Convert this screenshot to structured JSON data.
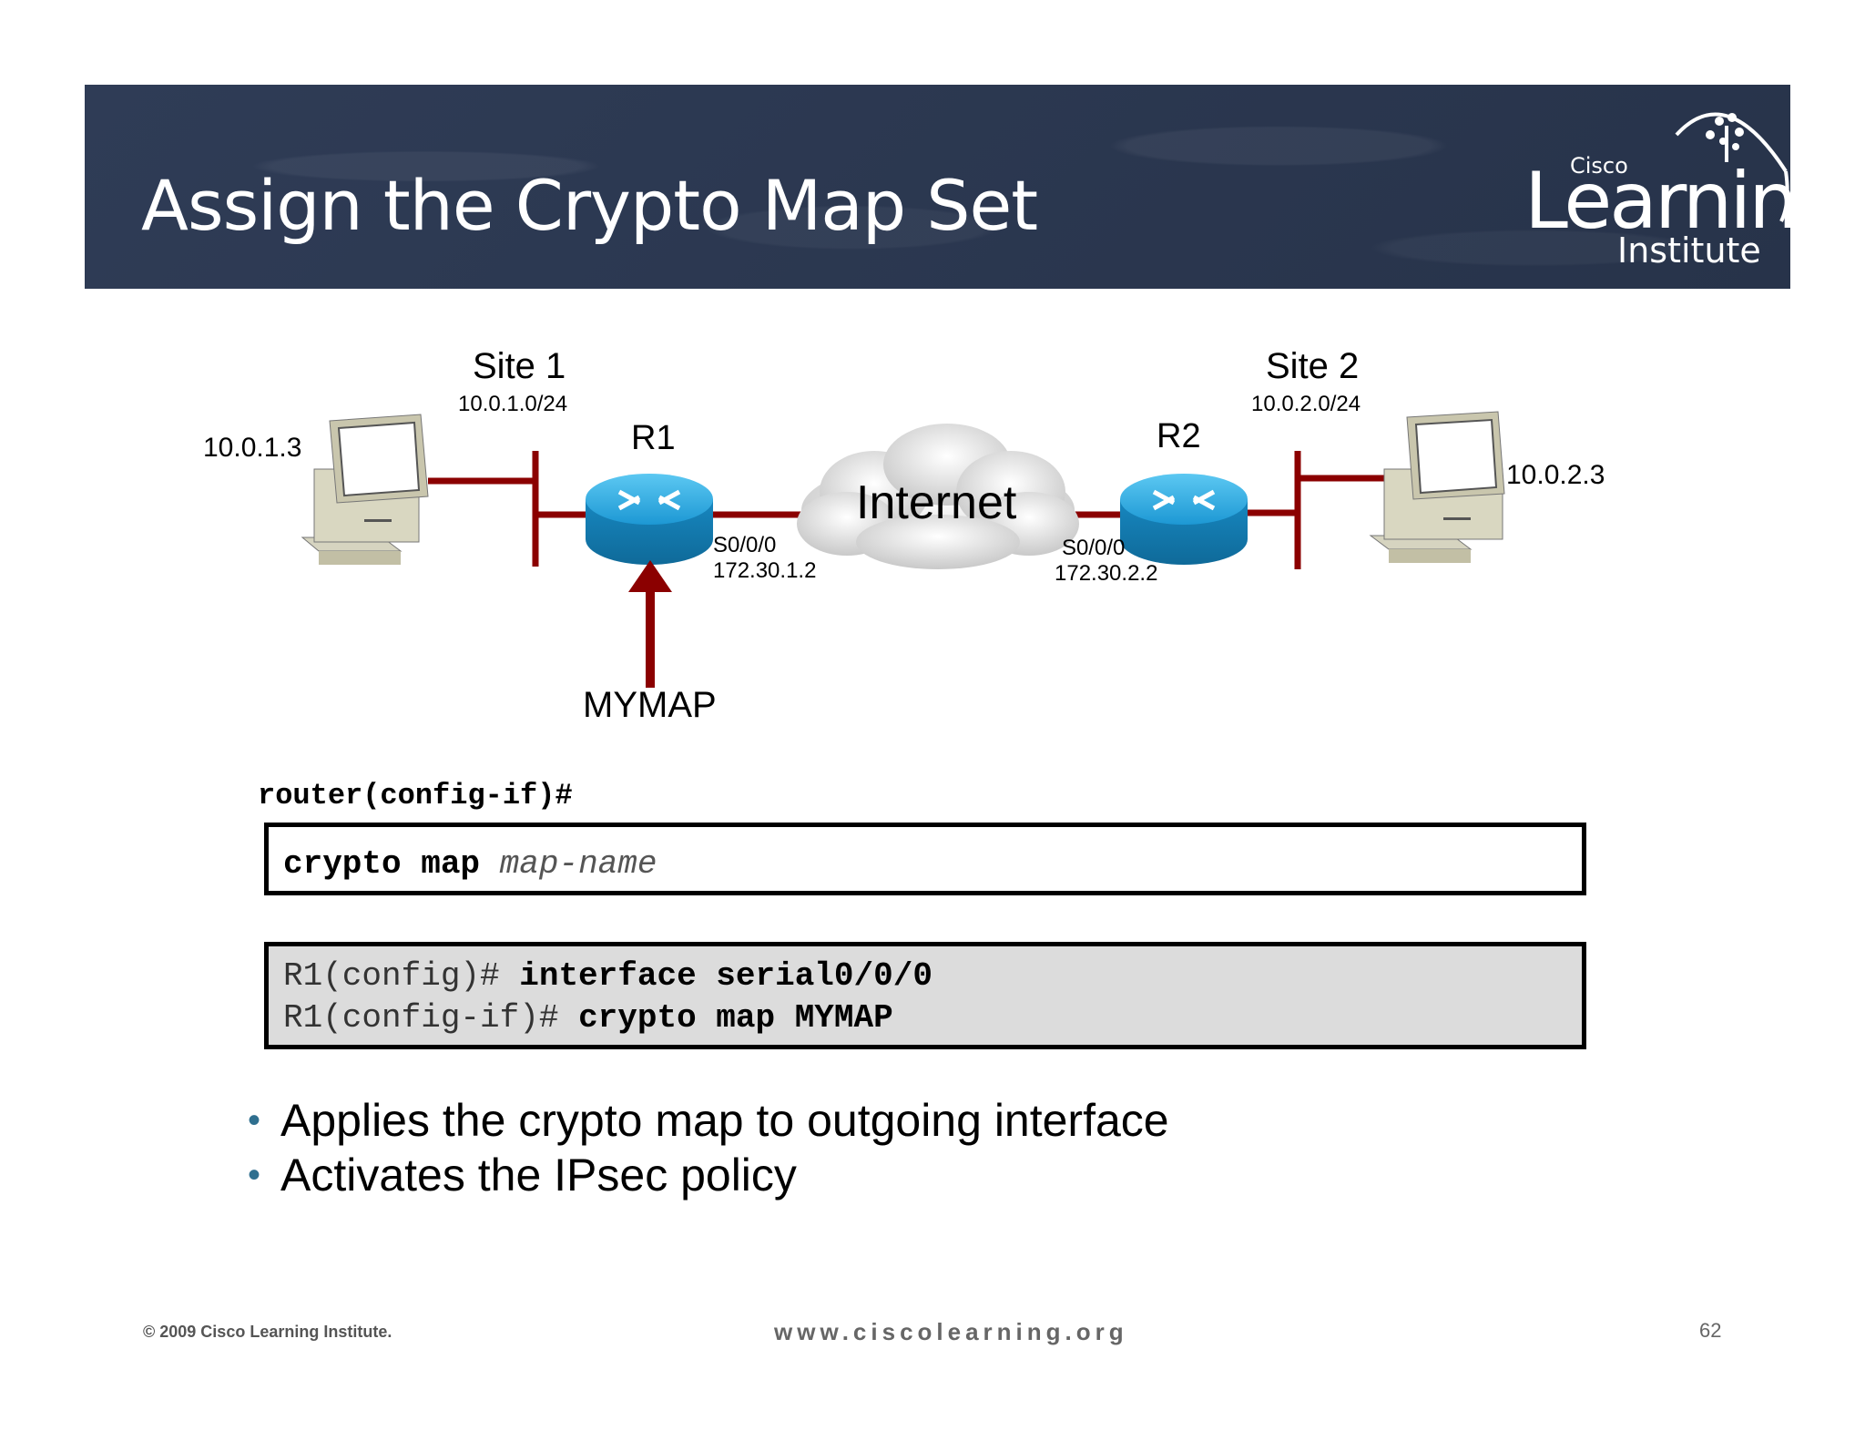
{
  "slide": {
    "title": "Assign the Crypto Map Set",
    "logo": {
      "top": "Cisco",
      "main": "Learning",
      "bottom": "Institute"
    }
  },
  "diagram": {
    "site1": {
      "name": "Site 1",
      "network": "10.0.1.0/24",
      "host": "10.0.1.3"
    },
    "site2": {
      "name": "Site 2",
      "network": "10.0.2.0/24",
      "host": "10.0.2.3"
    },
    "r1": {
      "name": "R1",
      "interface": "S0/0/0",
      "ip": "172.30.1.2"
    },
    "r2": {
      "name": "R2",
      "interface": "S0/0/0",
      "ip": "172.30.2.2"
    },
    "cloud": "Internet",
    "map_label": "MYMAP",
    "colors": {
      "link": "#8b0000",
      "router": "#1e9ad6",
      "cloud": "#e6e6e6"
    }
  },
  "syntax": {
    "prompt": "router(config-if)#",
    "command": "crypto map",
    "argument": "map-name"
  },
  "example": {
    "line1_prompt": "R1(config)#",
    "line1_cmd": "interface serial0/0/0",
    "line2_prompt": "R1(config-if)#",
    "line2_cmd": "crypto map MYMAP"
  },
  "bullets": [
    "Applies the crypto map to outgoing interface",
    "Activates the IPsec policy"
  ],
  "footer": {
    "copyright": "© 2009 Cisco Learning Institute.",
    "url": "www.ciscolearning.org",
    "page": "62"
  }
}
